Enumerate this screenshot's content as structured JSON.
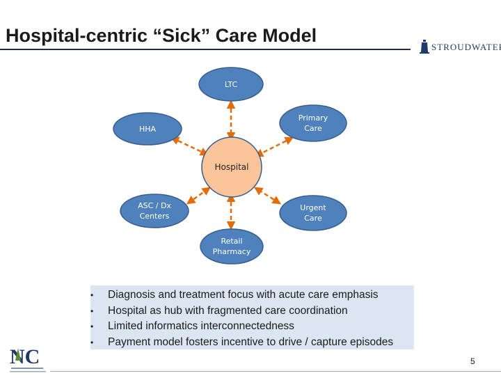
{
  "slide": {
    "title": "Hospital-centric “Sick” Care Model",
    "page_number": "5"
  },
  "brand": {
    "logo_text": "STROUDWATER",
    "logo_color": "#1f3a68",
    "footer_logo_letters": "NC"
  },
  "diagram": {
    "nodes": {
      "ltc": "LTC",
      "primary_care": "Primary Care",
      "hha": "HHA",
      "hospital": "Hospital",
      "asc": "ASC / Dx Centers",
      "urgent_care": "Urgent Care",
      "retail_pharmacy": "Retail Pharmacy"
    },
    "colors": {
      "node_fill": "#4f81bd",
      "node_stroke": "#385d8a",
      "hub_fill": "#fbc49b",
      "hub_stroke": "#385d8a",
      "arrow": "#e36c09"
    }
  },
  "bullets": [
    "Diagnosis and treatment focus with acute care emphasis",
    "Hospital as hub with fragmented care coordination",
    "Limited informatics interconnectedness",
    "Payment model fosters incentive to drive / capture episodes"
  ],
  "bullet_glyph": "•"
}
